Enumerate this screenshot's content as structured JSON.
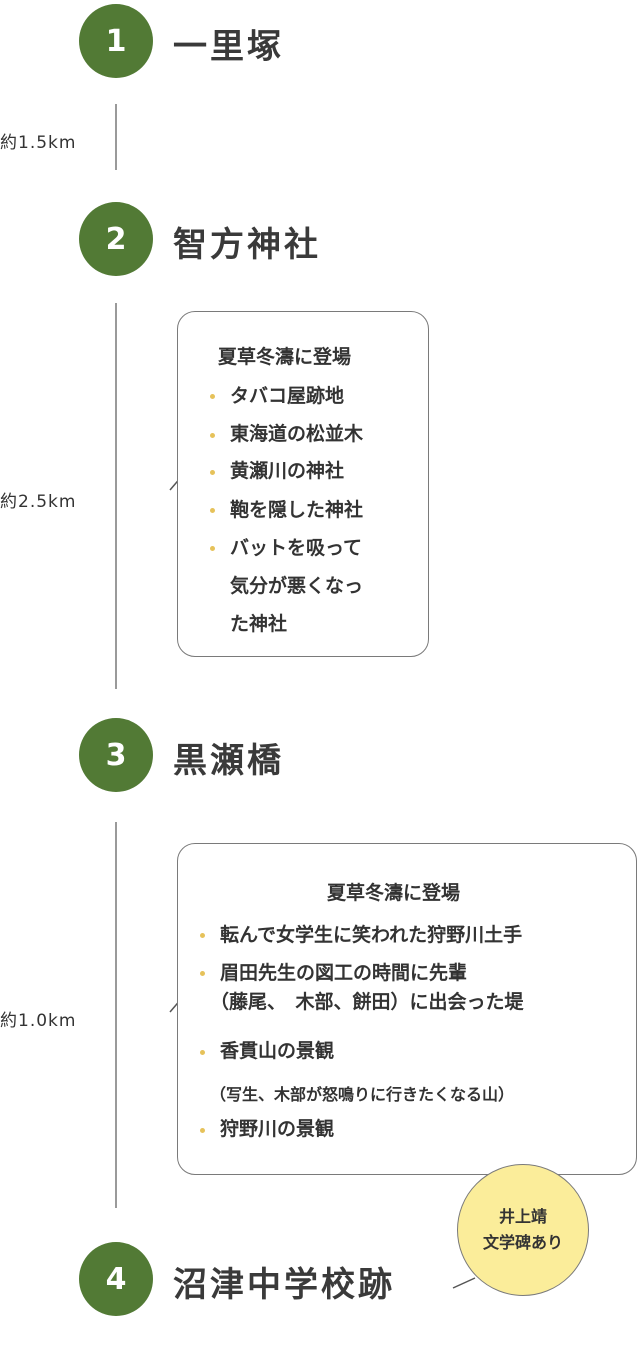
{
  "colors": {
    "circle": "#527a35",
    "dot": "#e6c25a",
    "badge": "#fbed9a",
    "line": "#9a9a9a"
  },
  "stops": [
    {
      "number": "1",
      "name": "一里塚"
    },
    {
      "number": "2",
      "name": "智方神社"
    },
    {
      "number": "3",
      "name": "黒瀬橋"
    },
    {
      "number": "4",
      "name": "沼津中学校跡"
    }
  ],
  "distances": [
    "約1.5km",
    "約2.5km",
    "約1.0km"
  ],
  "box1": {
    "title": "夏草冬濤に登場",
    "items": [
      "タバコ屋跡地",
      "東海道の松並木",
      "黄瀬川の神社",
      "鞄を隠した神社",
      "バットを吸って",
      "気分が悪くなっ",
      "た神社"
    ]
  },
  "box2": {
    "title": "夏草冬濤に登場",
    "items": [
      "転んで女学生に笑われた狩野川土手",
      "眉田先生の図工の時間に先輩",
      "（藤尾、　木部、餅田）に出会った堤",
      "香貫山の景観",
      "（写生、木部が怒鳴りに行きたくなる山）",
      "狩野川の景観"
    ]
  },
  "badge": {
    "line1": "井上靖",
    "line2": "文学碑あり"
  }
}
